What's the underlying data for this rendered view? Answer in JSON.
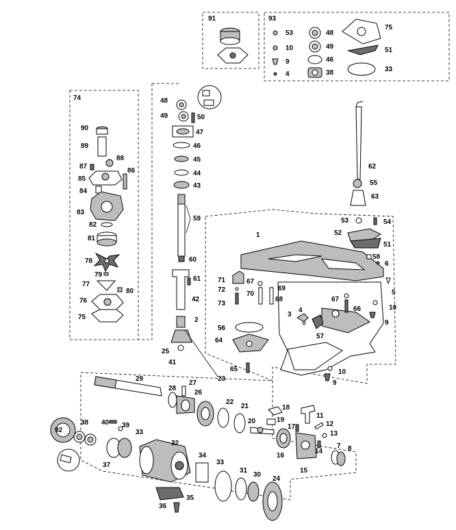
{
  "groups": {
    "g91": "91",
    "g93": "93",
    "g74": "74"
  },
  "callouts": {
    "c1": "1",
    "c2": "2",
    "c3": "3",
    "c4a": "4",
    "c4b": "4",
    "c5": "5",
    "c6": "6",
    "c7": "7",
    "c8": "8",
    "c9a": "9",
    "c9b": "9",
    "c9c": "9",
    "c10a": "10",
    "c10b": "10",
    "c10c": "10",
    "c11": "11",
    "c12": "12",
    "c13": "13",
    "c14": "14",
    "c15": "15",
    "c16": "16",
    "c17": "17",
    "c18": "18",
    "c19": "19",
    "c20": "20",
    "c21": "21",
    "c22": "22",
    "c23": "23",
    "c24": "24",
    "c25": "25",
    "c26": "26",
    "c27": "27",
    "c28": "28",
    "c29": "29",
    "c30": "30",
    "c31": "31",
    "c32": "32",
    "c33a": "33",
    "c33b": "33",
    "c33c": "33",
    "c34": "34",
    "c35": "35",
    "c36": "36",
    "c37": "37",
    "c38a": "38",
    "c38b": "38",
    "c39": "39",
    "c40": "40",
    "c41": "41",
    "c42": "42",
    "c43": "43",
    "c44": "44",
    "c45": "45",
    "c46a": "46",
    "c46b": "46",
    "c47": "47",
    "c48a": "48",
    "c48b": "48",
    "c49a": "49",
    "c49b": "49",
    "c50": "50",
    "c51a": "51",
    "c51b": "51",
    "c52": "52",
    "c53a": "53",
    "c53b": "53",
    "c54": "54",
    "c55": "55",
    "c56": "56",
    "c57": "57",
    "c58": "58",
    "c59": "59",
    "c60": "60",
    "c61": "61",
    "c62": "62",
    "c63": "63",
    "c64": "64",
    "c65": "65",
    "c66": "66",
    "c67a": "67",
    "c67b": "67",
    "c68": "68",
    "c69": "69",
    "c70": "70",
    "c71": "71",
    "c72": "72",
    "c73": "73",
    "c75a": "75",
    "c75b": "75",
    "c76": "76",
    "c77": "77",
    "c78": "78",
    "c79": "79",
    "c80": "80",
    "c81": "81",
    "c82": "82",
    "c83": "83",
    "c84": "84",
    "c85": "85",
    "c86": "86",
    "c87": "87",
    "c88": "88",
    "c89": "89",
    "c90": "90",
    "c92": "92"
  },
  "colors": {
    "line": "#000000",
    "fill_light": "#bdbdbd",
    "fill_dark": "#6d6d6d",
    "background": "#ffffff"
  }
}
